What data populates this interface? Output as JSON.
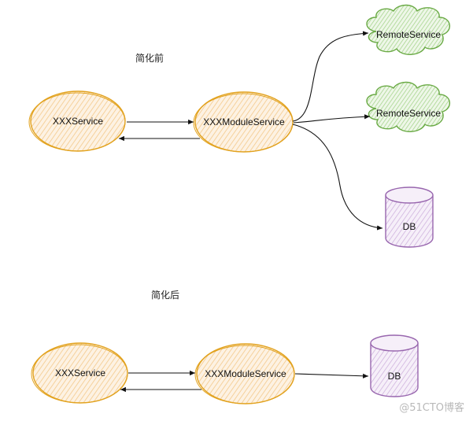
{
  "sections": {
    "before": {
      "title": "简化前"
    },
    "after": {
      "title": "简化后"
    }
  },
  "nodes": {
    "before_xxx_service": "XXXService",
    "before_module_service": "XXXModuleService",
    "remote_service_1": "RemoteService",
    "remote_service_2": "RemoteService",
    "before_db": "DB",
    "after_xxx_service": "XXXService",
    "after_module_service": "XXXModuleService",
    "after_db": "DB"
  },
  "watermark": "@51CTO博客",
  "colors": {
    "service_fill": "#fbe6cc",
    "service_stroke": "#e2a21e",
    "cloud_fill": "#d5ebc8",
    "cloud_stroke": "#6aaa45",
    "db_fill": "#e8d9ef",
    "db_stroke": "#9866ae",
    "arrow": "#111111"
  }
}
